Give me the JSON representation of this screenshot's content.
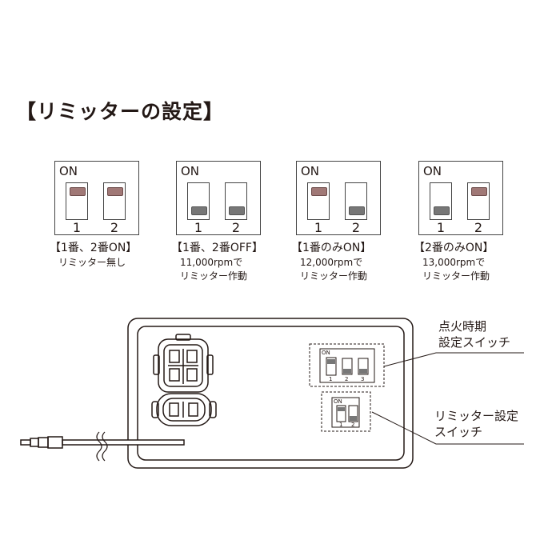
{
  "title": "【リミッターの設定】",
  "on_label": "ON",
  "switch_numbers": [
    "1",
    "2",
    "3"
  ],
  "colors": {
    "on_knob": "#a07876",
    "off_knob": "#777777",
    "line": "#231815"
  },
  "settings": [
    {
      "label": "【1番、2番ON】",
      "desc": [
        "リミッター無し"
      ],
      "switch1": "on",
      "switch2": "on"
    },
    {
      "label": "【1番、2番OFF】",
      "desc": [
        "11,000rpmで",
        "リミッター作動"
      ],
      "switch1": "off",
      "switch2": "off"
    },
    {
      "label": "【1番のみON】",
      "desc": [
        "12,000rpmで",
        "リミッター作動"
      ],
      "switch1": "on",
      "switch2": "off"
    },
    {
      "label": "【2番のみON】",
      "desc": [
        "13,000rpmで",
        "リミッター作動"
      ],
      "switch1": "off",
      "switch2": "on"
    }
  ],
  "callouts": {
    "ignition": [
      "点火時期",
      "設定スイッチ"
    ],
    "limiter": [
      "リミッター設定",
      "スイッチ"
    ]
  }
}
